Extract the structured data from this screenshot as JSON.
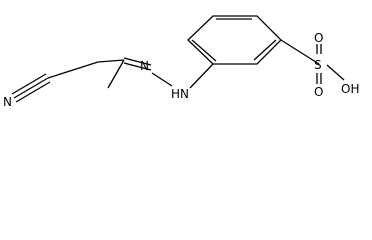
{
  "molecule": {
    "atom_labels": {
      "nitrile_nitrogen": "N",
      "hydrazone_nitrogen": "N",
      "amine_nh": "HN",
      "sulfur": "S",
      "sulfonyl_oxygen_top": "O",
      "sulfonyl_oxygen_bottom": "O",
      "hydroxyl": "OH"
    }
  }
}
